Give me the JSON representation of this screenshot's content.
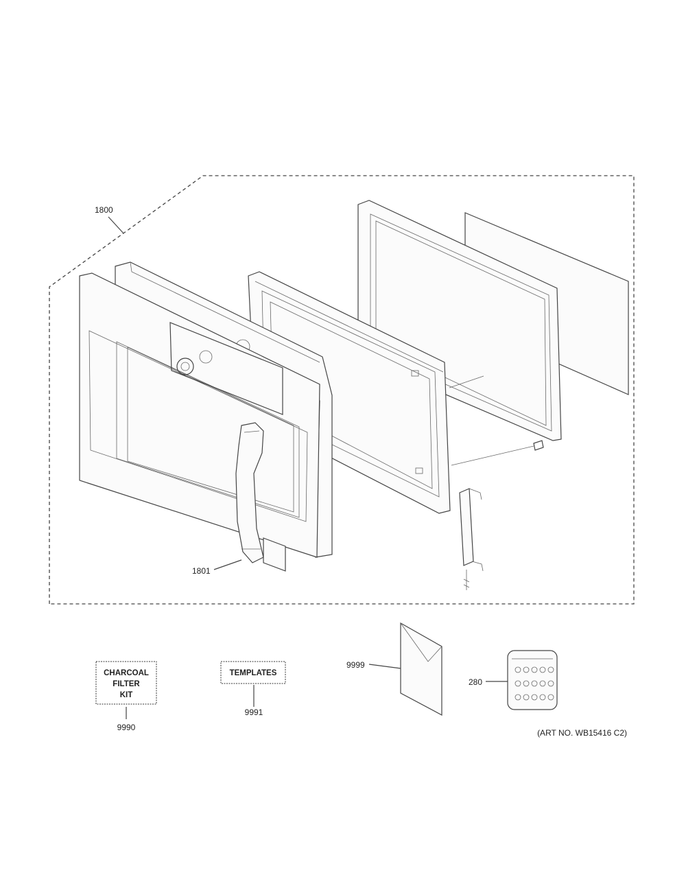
{
  "callouts": {
    "door_assembly": "1800",
    "handle": "1801",
    "charcoal_filter": "9990",
    "templates": "9991",
    "literature": "9999",
    "hardware_kit": "280"
  },
  "boxes": {
    "charcoal_line1": "CHARCOAL",
    "charcoal_line2": "FILTER",
    "charcoal_line3": "KIT",
    "templates": "TEMPLATES"
  },
  "art_number": "(ART NO. WB15416 C2)"
}
